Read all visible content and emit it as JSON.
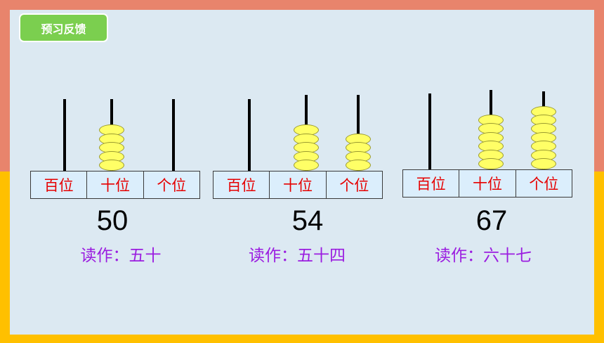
{
  "title_tag": "预习反馈",
  "colors": {
    "frame_top": "#e8846c",
    "frame_bottom": "#ffc000",
    "panel": "#dce9f2",
    "tag": "#7bcf4f",
    "place_text": "#e60000",
    "reading_text": "#9b1de0",
    "bead": "#ffff66"
  },
  "abaci": [
    {
      "labels": [
        "百位",
        "十位",
        "个位"
      ],
      "bead_counts": [
        0,
        5,
        0
      ],
      "number": "50",
      "reading": "读作：五十"
    },
    {
      "labels": [
        "百位",
        "十位",
        "个位"
      ],
      "bead_counts": [
        0,
        5,
        4
      ],
      "number": "54",
      "reading": "读作：五十四"
    },
    {
      "labels": [
        "百位",
        "十位",
        "个位"
      ],
      "bead_counts": [
        0,
        6,
        7
      ],
      "number": "67",
      "reading": "读作：六十七"
    }
  ]
}
